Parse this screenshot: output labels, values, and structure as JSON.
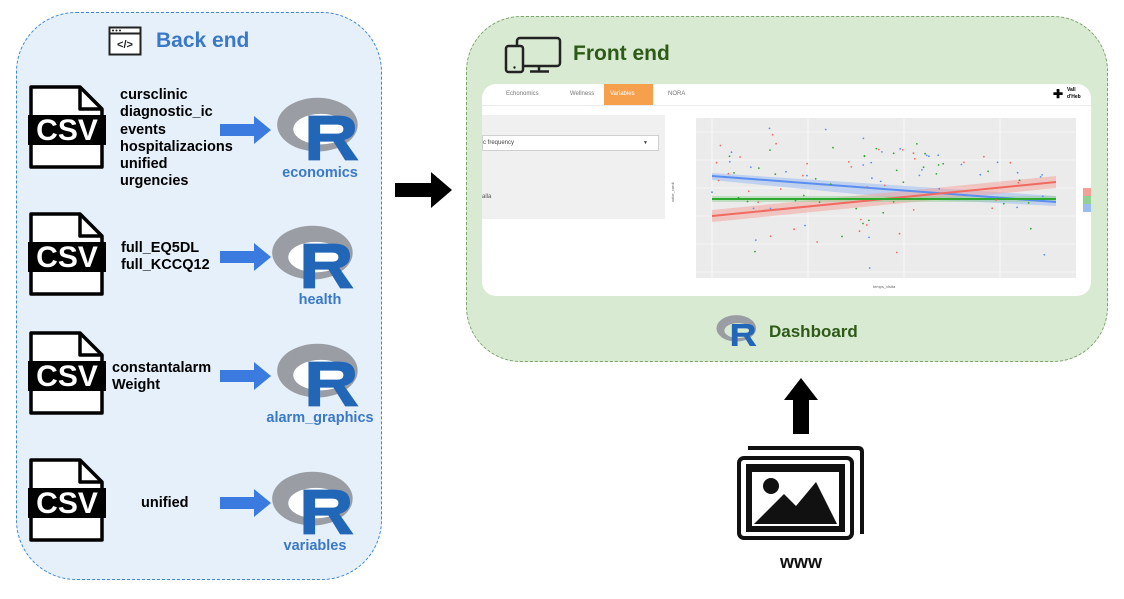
{
  "backend": {
    "title": "Back end",
    "groups": [
      {
        "datasets": "cursclinic\ndiagnostic_ic\nevents\nhospitalizacions\nunified\nurgencies",
        "r_module": "economics"
      },
      {
        "datasets": "full_EQ5DL\nfull_KCCQ12",
        "r_module": "health"
      },
      {
        "datasets": "constantalarm\nWeight",
        "r_module": "alarm_graphics"
      },
      {
        "datasets": "unified",
        "r_module": "variables"
      }
    ]
  },
  "frontend": {
    "title": "Front end",
    "dashboard_label": "Dashboard",
    "screenshot": {
      "tabs": [
        "Echonomics",
        "Wellness",
        "Variables",
        "NORA"
      ],
      "active_tab": "Variables",
      "brand_line1": "Vall",
      "brand_line2": "d'Heb",
      "select_text": "c frequency",
      "side_text": "alla",
      "x_axis_label": "temps_visita",
      "y_axis_label": "valor_cardi"
    }
  },
  "www_label": "www",
  "colors": {
    "backend_accent": "#3a78c8",
    "frontend_accent": "#2d5a17",
    "backend_fill": "#e6f0fa",
    "frontend_fill": "#d9ead3",
    "arrow_blue": "#3b7be0",
    "active_tab": "#f6a04d"
  },
  "icons": [
    "code-window-icon",
    "devices-icon",
    "csv-file-icon",
    "r-logo-icon",
    "image-icon",
    "arrow-right-icon",
    "arrow-up-icon"
  ]
}
